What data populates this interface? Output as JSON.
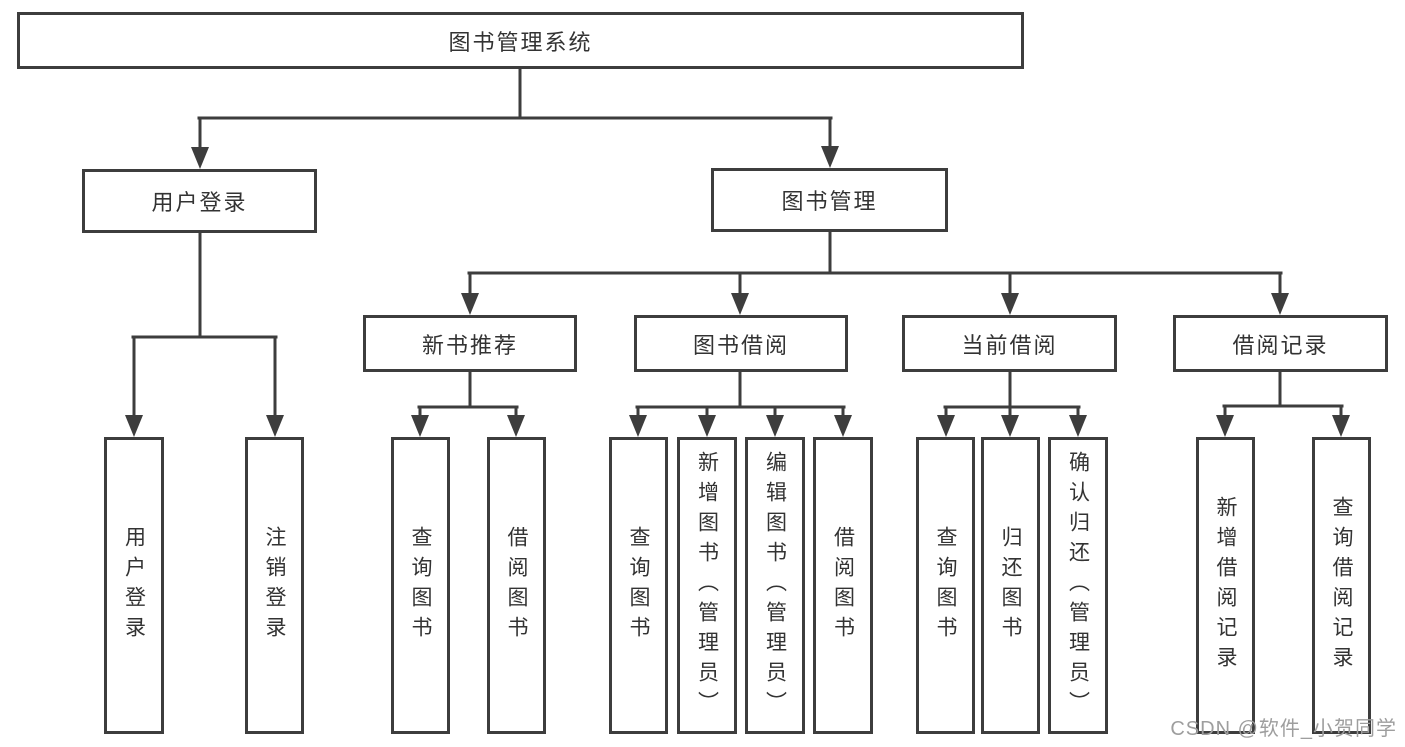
{
  "tree": {
    "root": {
      "label": "图书管理系统",
      "children": [
        {
          "label": "用户登录",
          "children": [
            {
              "label": "用户登录"
            },
            {
              "label": "注销登录"
            }
          ]
        },
        {
          "label": "图书管理",
          "children": [
            {
              "label": "新书推荐",
              "children": [
                {
                  "label": "查询图书"
                },
                {
                  "label": "借阅图书"
                }
              ]
            },
            {
              "label": "图书借阅",
              "children": [
                {
                  "label": "查询图书"
                },
                {
                  "label": "新增图书（管理员）"
                },
                {
                  "label": "编辑图书（管理员）"
                },
                {
                  "label": "借阅图书"
                }
              ]
            },
            {
              "label": "当前借阅",
              "children": [
                {
                  "label": "查询图书"
                },
                {
                  "label": "归还图书"
                },
                {
                  "label": "确认归还（管理员）"
                }
              ]
            },
            {
              "label": "借阅记录",
              "children": [
                {
                  "label": "新增借阅记录"
                },
                {
                  "label": "查询借阅记录"
                }
              ]
            }
          ]
        }
      ]
    }
  },
  "watermark": {
    "text": "CSDN @软件_小贺同学"
  },
  "colors": {
    "line": "#3d3d3d",
    "box_fill": "#ffffff",
    "text": "#333333",
    "watermark": "#9e9e9e",
    "background": "#ffffff"
  }
}
